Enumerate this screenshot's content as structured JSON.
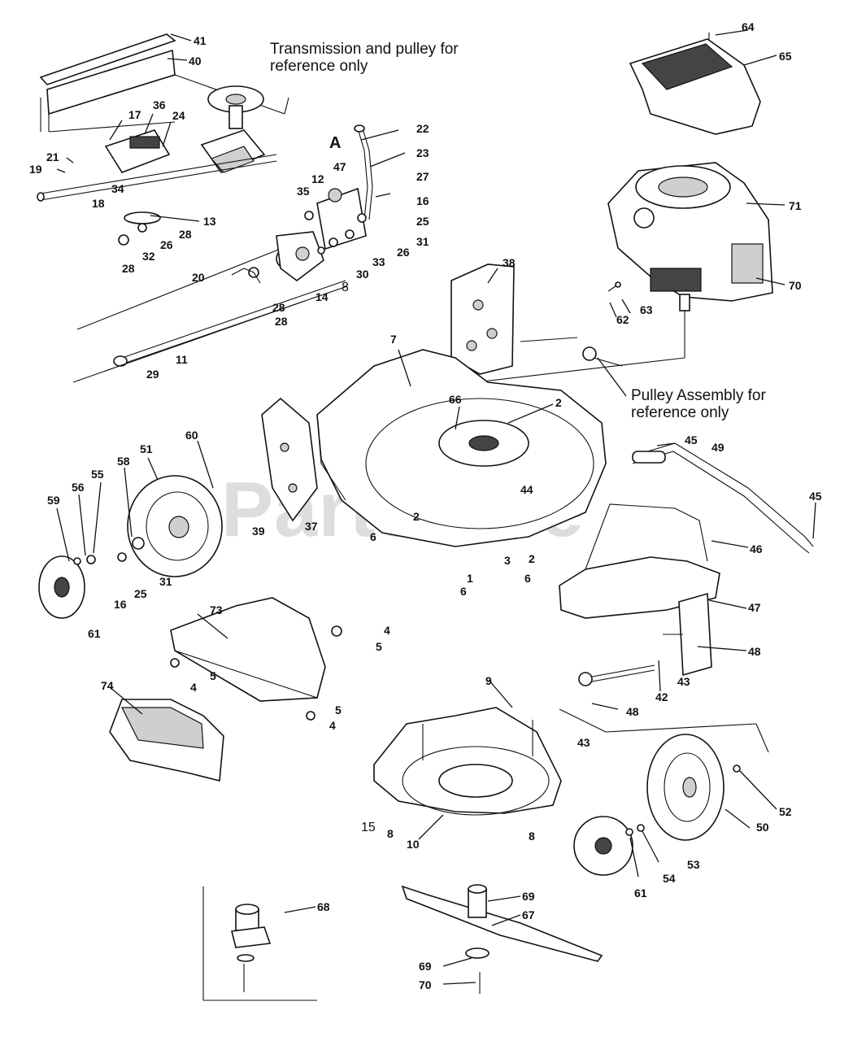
{
  "notes": {
    "transmission": "Transmission and pulley for reference only",
    "pulley": "Pulley Assembly for reference only",
    "ref_mark": "A"
  },
  "watermark": {
    "text": "PartsTree",
    "mark": "™"
  },
  "callouts": [
    "41",
    "40",
    "17",
    "36",
    "24",
    "21",
    "19",
    "34",
    "18",
    "13",
    "28",
    "26",
    "32",
    "28",
    "12",
    "47",
    "22",
    "23",
    "27",
    "16",
    "25",
    "31",
    "26",
    "33",
    "35",
    "20",
    "28",
    "28",
    "14",
    "8",
    "30",
    "11",
    "29",
    "64",
    "65",
    "71",
    "70",
    "62",
    "63",
    "38",
    "7",
    "66",
    "2",
    "60",
    "51",
    "58",
    "55",
    "56",
    "59",
    "39",
    "37",
    "2",
    "6",
    "3",
    "2",
    "6",
    "1",
    "6",
    "31",
    "16",
    "25",
    "61",
    "45",
    "49",
    "44",
    "46",
    "45",
    "47",
    "48",
    "43",
    "42",
    "73",
    "4",
    "5",
    "5",
    "4",
    "5",
    "4",
    "9",
    "48",
    "43",
    "74",
    "15",
    "8",
    "10",
    "8",
    "52",
    "50",
    "53",
    "54",
    "61",
    "68",
    "69",
    "67",
    "69",
    "70"
  ]
}
